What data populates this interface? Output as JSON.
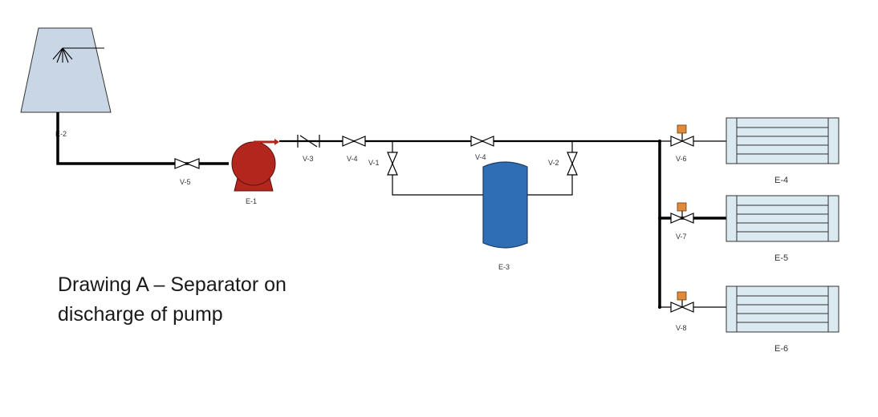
{
  "caption_line1": "Drawing A – Separator on",
  "caption_line2": "discharge of pump",
  "colors": {
    "tank": "#c9d6e6",
    "pump": "#b3261e",
    "separator": "#2f6db5",
    "exchanger": "#dbe9f1",
    "actuator": "#e08a3c",
    "pipe": "#000000"
  },
  "equipment": {
    "tank": "E-2",
    "pump": "E-1",
    "separator": "E-3",
    "exchanger_top": "E-4",
    "exchanger_mid": "E-5",
    "exchanger_bottom": "E-6"
  },
  "valves": {
    "suction": "V-5",
    "check": "V-3",
    "discharge": "V-4",
    "inlet": "V-1",
    "bypass": "V-4",
    "outlet": "V-2",
    "control_top": "V-6",
    "control_mid": "V-7",
    "control_bottom": "V-8"
  }
}
